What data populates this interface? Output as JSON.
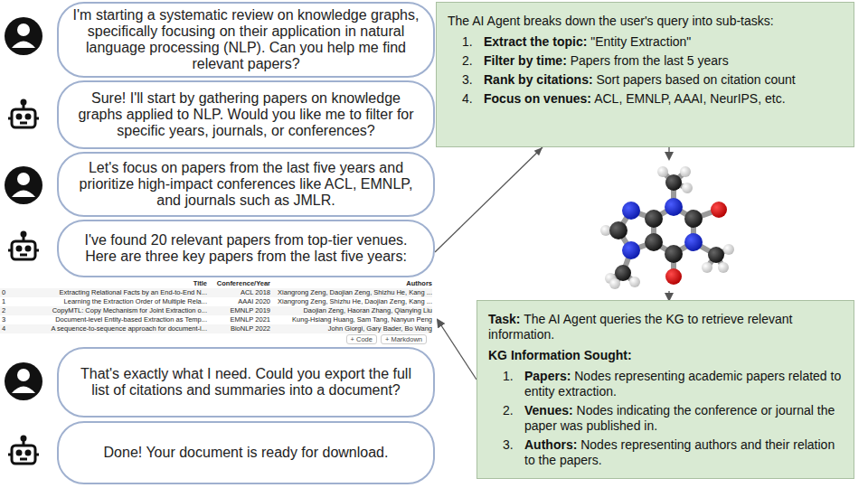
{
  "diagram": {
    "nodes": [
      {
        "text": [
          "I'm starting a systematic review on knowledge graphs, specifically focusing on their application in natural language processing (NLP). Can you help me find relevant papers?"
        ]
      },
      {
        "text": [
          "Sure! I'll start by gathering papers on knowledge graphs applied to NLP. Would you like me to filter for specific years, journals, or conferences?"
        ]
      },
      {
        "text": [
          "Let's focus on papers from the last five years and prioritize high-impact conferences like ACL, EMNLP, and journals such as JMLR."
        ]
      },
      {
        "text": [
          "I've found 20 relevant papers from top-tier venues. Here are three key papers from the last five years:"
        ]
      },
      {
        "text": [
          "That's exactly what I need. Could you export the full list of citations and summaries into a document?"
        ]
      },
      {
        "text": [
          "Done! Your document is ready for download."
        ]
      },
      {
        "text": [
          "The AI Agent breaks down the user's query into sub-tasks:",
          "1.",
          "Extract the topic: \"Entity Extraction\"",
          "2.",
          "Filter by time: Papers from the last 5 years",
          "3.",
          "Rank by citations: Sort papers based on citation count",
          "4.",
          "Focus on venues: ACL, EMNLP, AAAI, NeurIPS, etc."
        ]
      },
      {
        "text": [
          "Task: The AI Agent queries the KG to retrieve relevant information.",
          "KG Information Sought:",
          "1.",
          "Papers: Nodes representing academic papers related to entity extraction.",
          "2.",
          "Venues: Nodes indicating the conference or journal the paper was published in.",
          "3.",
          "Authors: Nodes representing authors and their relation to the papers."
        ]
      }
    ],
    "edges": [
      {
        "from": 3,
        "to": 6,
        "arrow": "to"
      }
    ],
    "labels": [
      "Title",
      "Conference/Year",
      "Authors",
      "0",
      "Extracting Relational Facts by an End-to-End N...",
      "ACL 2018",
      "Xiangrong Zeng, Daojian Zeng, Shizhu He, Kang ...",
      "1",
      "Learning the Extraction Order of Multiple Rela...",
      "AAAI 2020",
      "Xiangrong Zeng, Shizhu He, Daojian Zeng, Kang ...",
      "2",
      "CopyMTL: Copy Mechanism for Joint Extraction o...",
      "EMNLP 2019",
      "Daojian Zeng, Haoran Zhang, Qianying Liu",
      "3",
      "Document-level Entity-based Extraction as Temp...",
      "EMNLP 2021",
      "Kung-Hsiang Huang, Sam Tang, Nanyun Peng",
      "4",
      "A sequence-to-sequence approach for document-l...",
      "BioNLP 2022",
      "John Giorgi, Gary Bader, Bo Wang",
      "+ Code",
      "+ Markdown"
    ]
  }
}
